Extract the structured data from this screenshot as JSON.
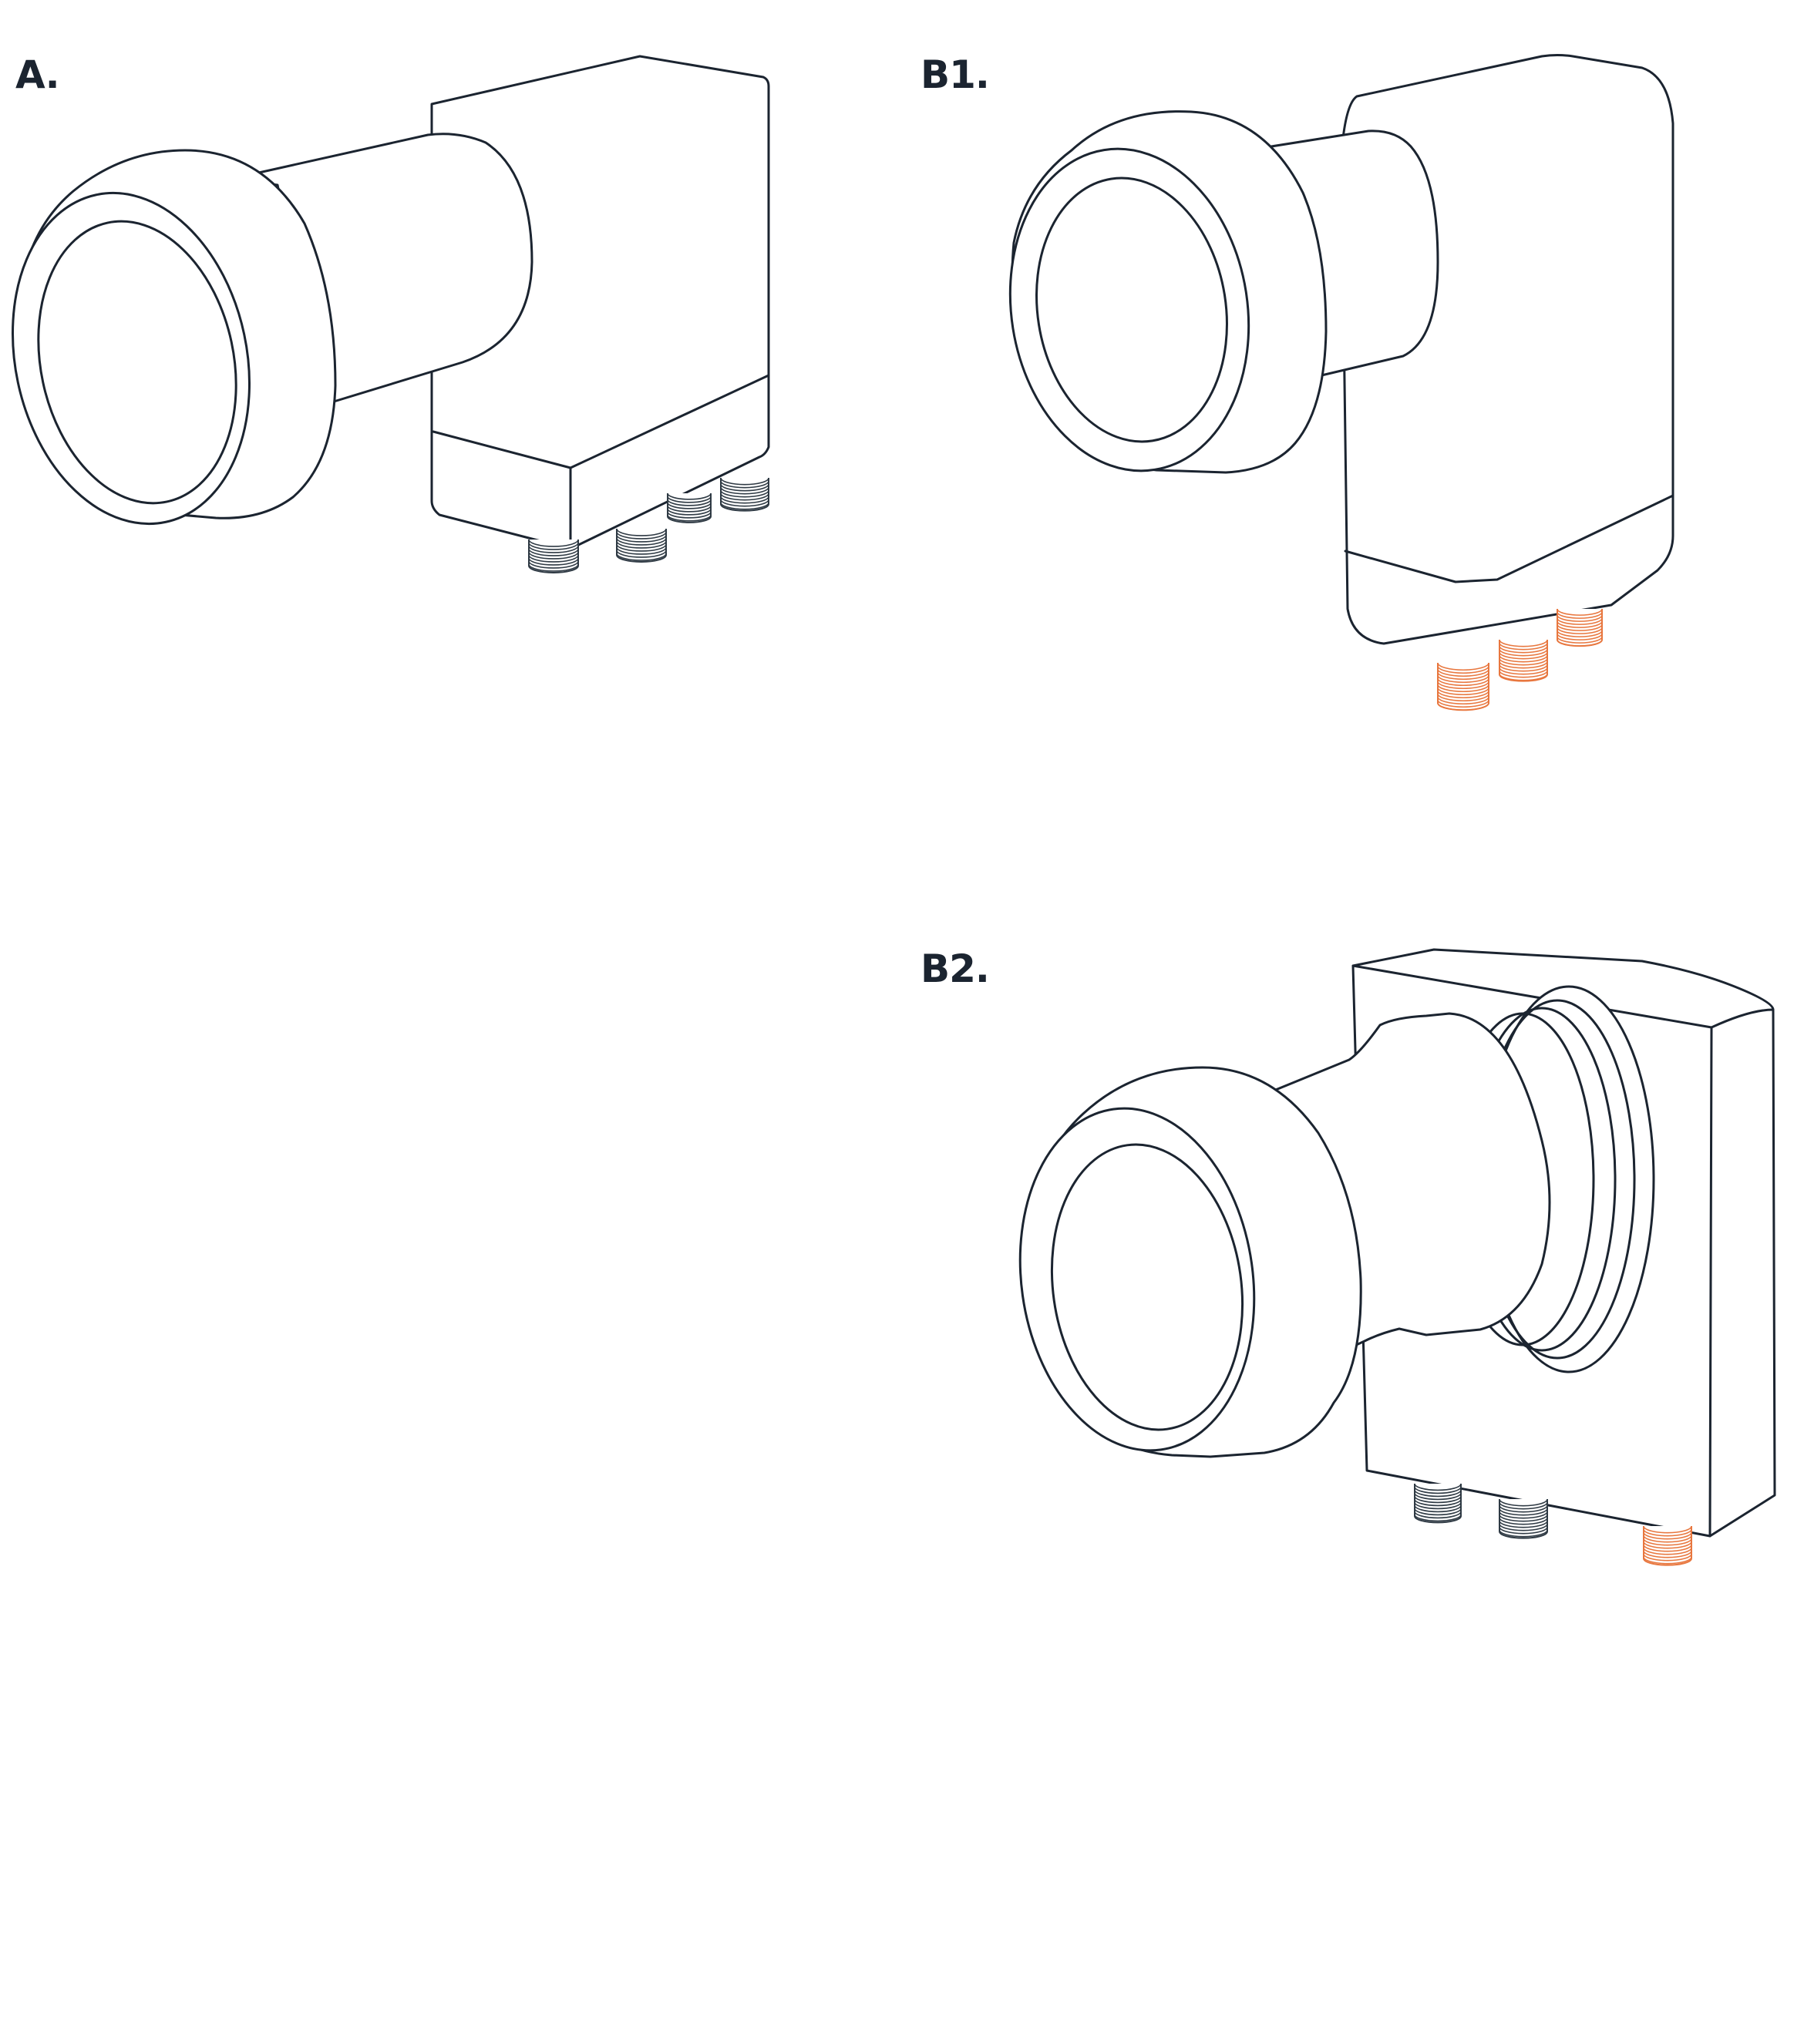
{
  "labels": {
    "a": "A.",
    "b1": "B1.",
    "b2": "B2."
  },
  "colors": {
    "line": "#1b2430",
    "connector_dark": "#2f3a44",
    "connector_highlight": "#e8773f",
    "label": "#1b2430",
    "background": "#ffffff"
  },
  "figures": [
    {
      "id": "A",
      "connectors": 4,
      "highlighted_connectors": 0
    },
    {
      "id": "B1",
      "connectors": 3,
      "highlighted_connectors": 3
    },
    {
      "id": "B2",
      "connectors": 3,
      "highlighted_connectors": 1
    }
  ]
}
